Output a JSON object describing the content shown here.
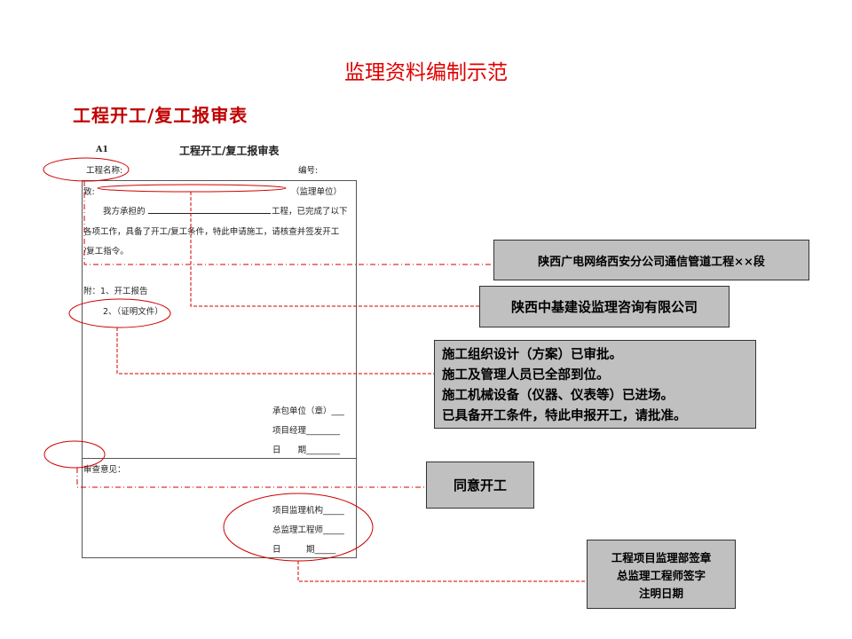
{
  "page_title": "监理资料编制示范",
  "section_title": "工程开工/复工报审表",
  "form": {
    "code": "A1",
    "title": "工程开工/复工报审表",
    "project_name_label": "工程名称:",
    "number_label": "编号:",
    "to_label": "致:",
    "supervisor_unit": "（监理单位）",
    "body_line1_a": "我方承担的",
    "body_line1_b": "工程，已完成了以下",
    "body_line2": "各项工作，具备了开工/复工条件，特此申请施工，请核查并签发开工",
    "body_line3": "/复工指令。",
    "attach_1": "附：1、开工报告",
    "attach_2": "2、（证明文件）",
    "contractor_label": "承包单位（章）___",
    "pm_label": "项目经理________",
    "date_label_1": "日　　期________",
    "review_label": "审查意见：",
    "supervision_org": "项目监理机构_____",
    "chief_engineer": "总监理工程师_____",
    "date_label_2": "日　　　期_____"
  },
  "callouts": {
    "project_name": "陕西广电网络西安分公司通信管道工程××段",
    "supervisor": "陕西中基建设监理咨询有限公司",
    "conditions": [
      "施工组织设计（方案）已审批。",
      "施工及管理人员已全部到位。",
      "施工机械设备（仪器、仪表等）已进场。",
      "已具备开工条件，特此申报开工，请批准。"
    ],
    "opinion": "同意开工",
    "signature": [
      "工程项目监理部签章",
      "总监理工程师签字",
      "注明日期"
    ]
  },
  "colors": {
    "title": "#e00000",
    "annotation": "#d00000",
    "callout_bg": "#c0c0c0"
  }
}
